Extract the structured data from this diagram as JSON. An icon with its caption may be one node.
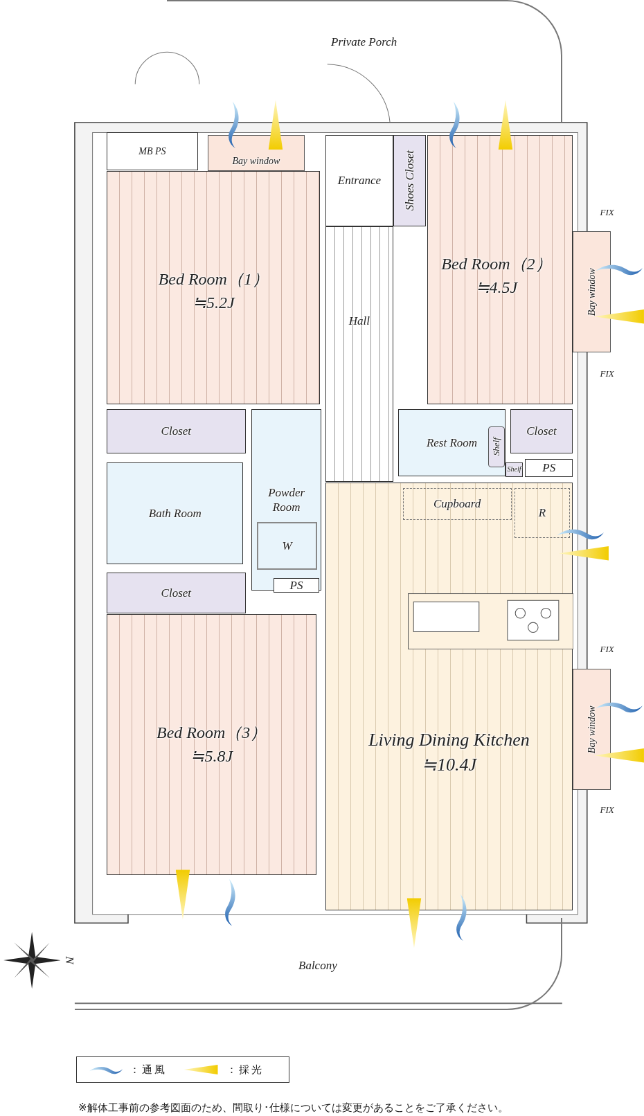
{
  "diagram": {
    "caption": "※解体工事前の参考図面のため、間取り･仕様については変更があることをご了承ください。",
    "nodes": [
      {
        "text": [
          "Private Porch"
        ]
      },
      {
        "text": [
          "Bay window"
        ]
      },
      {
        "text": [
          "MB PS"
        ]
      },
      {
        "text": [
          "Entrance"
        ]
      },
      {
        "text": [
          "Shoes Closet"
        ]
      },
      {
        "text": [
          "Bed Room（1）",
          "≒5.2J"
        ]
      },
      {
        "text": [
          "Bed Room（2）",
          "≒4.5J"
        ]
      },
      {
        "text": [
          "Bay window"
        ]
      },
      {
        "text": [
          "Hall"
        ]
      },
      {
        "text": [
          "Closet"
        ]
      },
      {
        "text": [
          "Powder Room"
        ]
      },
      {
        "text": [
          "W"
        ],
        "in": 10
      },
      {
        "text": [
          "PS"
        ],
        "in": 10
      },
      {
        "text": [
          "Bath Room"
        ]
      },
      {
        "text": [
          "Rest Room"
        ]
      },
      {
        "text": [
          "Shelf"
        ],
        "in": 14
      },
      {
        "text": [
          "Shelf"
        ]
      },
      {
        "text": [
          "Closet"
        ]
      },
      {
        "text": [
          "PS"
        ]
      },
      {
        "text": [
          "Closet"
        ]
      },
      {
        "text": [
          "Bed Room（3）",
          "≒5.8J"
        ]
      },
      {
        "text": [
          "Living Dining Kitchen",
          "≒10.4J"
        ]
      },
      {
        "text": [
          "Cupboard"
        ],
        "in": 21
      },
      {
        "text": [
          "R"
        ],
        "in": 21
      },
      {
        "text": [
          "Bay window"
        ]
      },
      {
        "text": [
          "Balcony"
        ]
      }
    ],
    "labels": [
      "FIX",
      "FIX",
      "FIX",
      "FIX",
      "N"
    ],
    "legend": [
      {
        "text": "：通風"
      },
      {
        "text": "：採光"
      }
    ]
  }
}
